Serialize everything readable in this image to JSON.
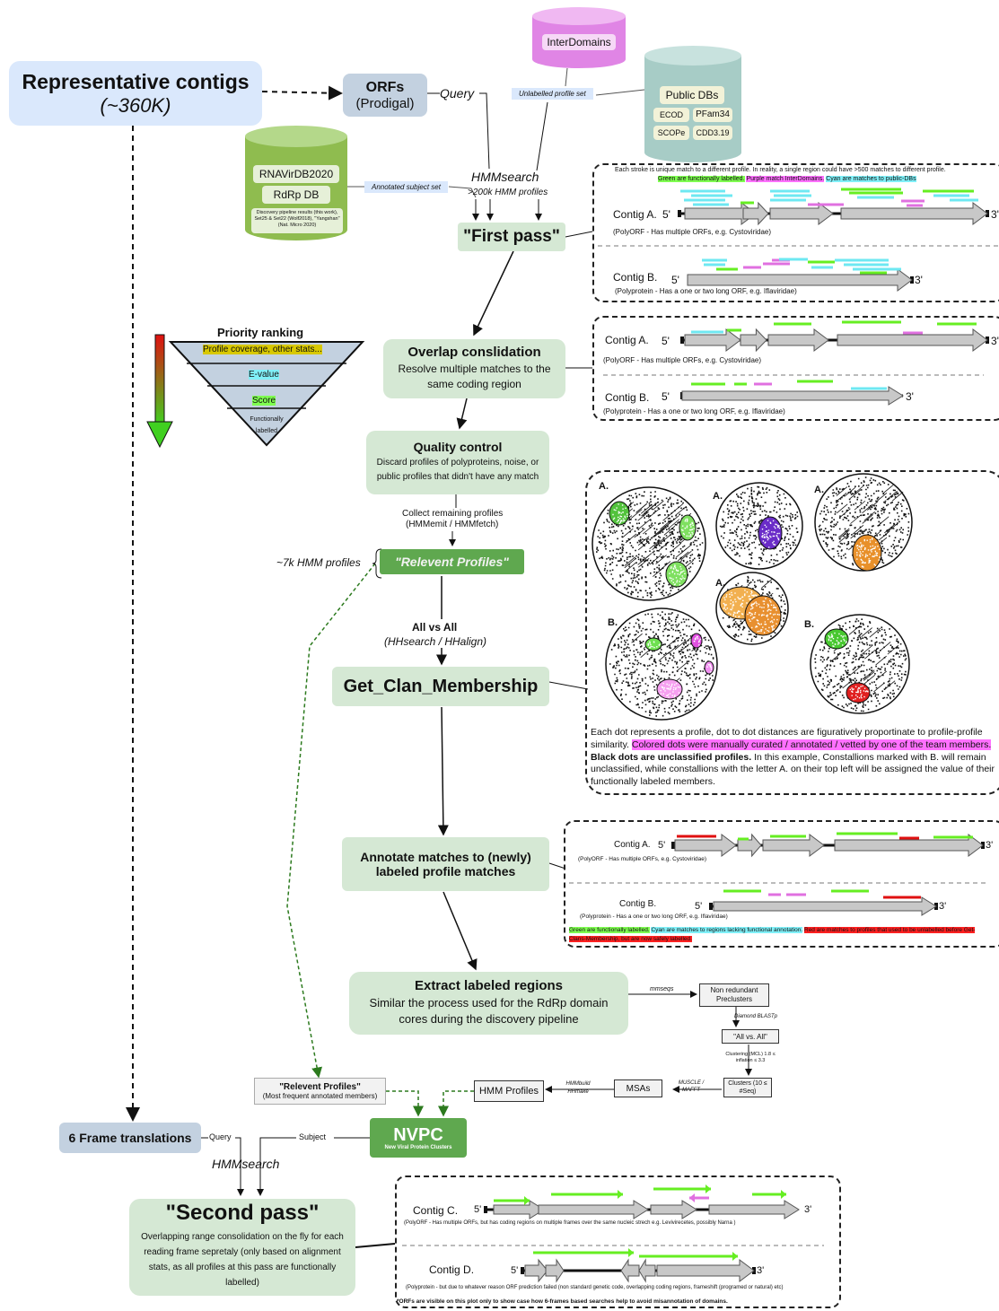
{
  "nodes": {
    "contigs_title": "Representative contigs",
    "contigs_sub": "(~360K)",
    "orfs_title": "ORFs",
    "orfs_sub": "(Prodigal)",
    "query": "Query",
    "interdomains": "InterDomains",
    "unlabelled": "Unlabelled profile set",
    "public_dbs": "Public DBs",
    "ecod": "ECOD",
    "pfam": "PFam34",
    "scope": "SCOPe",
    "cdd": "CDD3.19",
    "rnavirdb": "RNAVirDB2020",
    "rdrp_db": "RdRp DB",
    "discovery_note": "Discovery pipeline results (this work), Set25 & Set22 (Wolf2018), \"Yangshan\" (Nat. Micro 2020)",
    "annotated_subject": "Annotated subject set",
    "hmmsearch": "HMMsearch",
    "hmm_profiles_count": ">200k HMM profiles",
    "first_pass": "\"First pass\"",
    "priority_title": "Priority ranking",
    "priority_1": "Profile coverage, other stats...",
    "priority_2": "E-value",
    "priority_3": "Score",
    "priority_4": "Functionally labelled",
    "overlap_title": "Overlap conslidation",
    "overlap_desc": "Resolve multiple matches to the same coding region",
    "qc_title": "Quality control",
    "qc_desc": "Discard profiles of polyproteins, noise, or public profiles that didn't have any match",
    "collect": "Collect remaining profiles",
    "collect_tools": "(HMMemit / HMMfetch)",
    "relevant_profiles": "\"Relevent Profiles\"",
    "hmm7k": "~7k HMM profiles",
    "allvsall": "All vs All",
    "allvsall_tools": "(HHsearch / HHalign)",
    "clan": "Get_Clan_Membership",
    "annotate_title_1": "Annotate matches to (newly)",
    "annotate_title_2": "labeled profile matches",
    "extract_title": "Extract labeled regions",
    "extract_desc": "Similar the process used for the RdRp domain cores during the discovery pipeline",
    "mmseqs": "mmseqs",
    "nonredundant": "Non redundant Preclusters",
    "diamond": "Diamond BLASTp",
    "allvsall2": "\"All vs. All\"",
    "clustering": "Clustering (MCL) 1.8 ≤ inflation ≤ 3.3",
    "clusters": "Clusters (10 ≤ #Seq)",
    "muscle": "MUSCLE / MAFFT",
    "msas": "MSAs",
    "hmmbuild": "HMMbuild HHmake",
    "hmm_profiles": "HMM Profiles",
    "relevant2_title": "\"Relevent Profiles\"",
    "relevant2_sub": "(Most frequent annotated members)",
    "nvpc": "NVPC",
    "nvpc_sub": "New Viral Protein Clusters",
    "six_frame": "6 Frame translations",
    "query2": "Query",
    "subject": "Subject",
    "hmmsearch2": "HMMsearch",
    "second_pass": "\"Second pass\"",
    "second_desc": "Overlapping range consolidation on the fly for each reading frame sepretaly (only based on alignment stats, as all profiles at this pass are functionally labelled)"
  },
  "panels": {
    "p1_note": "Each stroke is unique match to a different profile. In reality, a single region could have >500 matches to different profile.",
    "p1_legend_green": "Green are functionally labelled.",
    "p1_legend_purple": "Purple match InterDomains.",
    "p1_legend_cyan": "Cyan are matches to public-DBs",
    "contig_a": "Contig A.",
    "contig_a_desc": "(PolyORF - Has multiple ORFs, e.g. Cystoviridae)",
    "contig_b": "Contig B.",
    "contig_b_desc": "(Polyprotein - Has a one or two long ORF, e.g. Iflaviridae)",
    "five": "5'",
    "three": "3'",
    "clan_text": "Each dot represents a profile, dot to dot distances are figuratively proportinate to profile-profile similarity.",
    "clan_colored": "Colored dots were manually curated / annotated / vetted by one of the team members.",
    "clan_black": "Black dots are unclassified profiles.",
    "clan_rest": "In this example, Constallions marked with B. will remain unclassified, while constallions with the letter A. on their top left will be assigned the value of their functionally labeled members.",
    "clan_a": "A.",
    "clan_b": "B.",
    "p3_legend_green": "Green are functionally labelled.",
    "p3_legend_cyan": "Cyan are matches to regions lacking functional annotation.",
    "p3_legend_red": "Red are matches to profiles that used to be unlabelled before Get-Clans-Membership, but are now safely labelled.",
    "contig_c": "Contig C.",
    "contig_c_desc": "(PolyORF - Has multiple ORFs, but has coding regions on multiple frames over the same nucleic strech e.g. Levivirecetes, possibly Narna )",
    "contig_d": "Contig D.",
    "contig_d_desc": "(Polyprotein - but due to whatever reason ORF prediction failed (non standard genetic code, overlapping coding regions, frameshift (programed or natural) etc)",
    "p4_note": "*ORFs are visible on this plot only to show case how 6-frames based searches help to avoid misannotation of domains."
  },
  "colors": {
    "green_box": "#d5e8d4",
    "blue_box": "#dae8fc",
    "nvpc": "#5fa84f",
    "interdomains": "#e085e5",
    "public_dbs": "#a7ccc6",
    "rnavir": "#8fbc4f"
  }
}
